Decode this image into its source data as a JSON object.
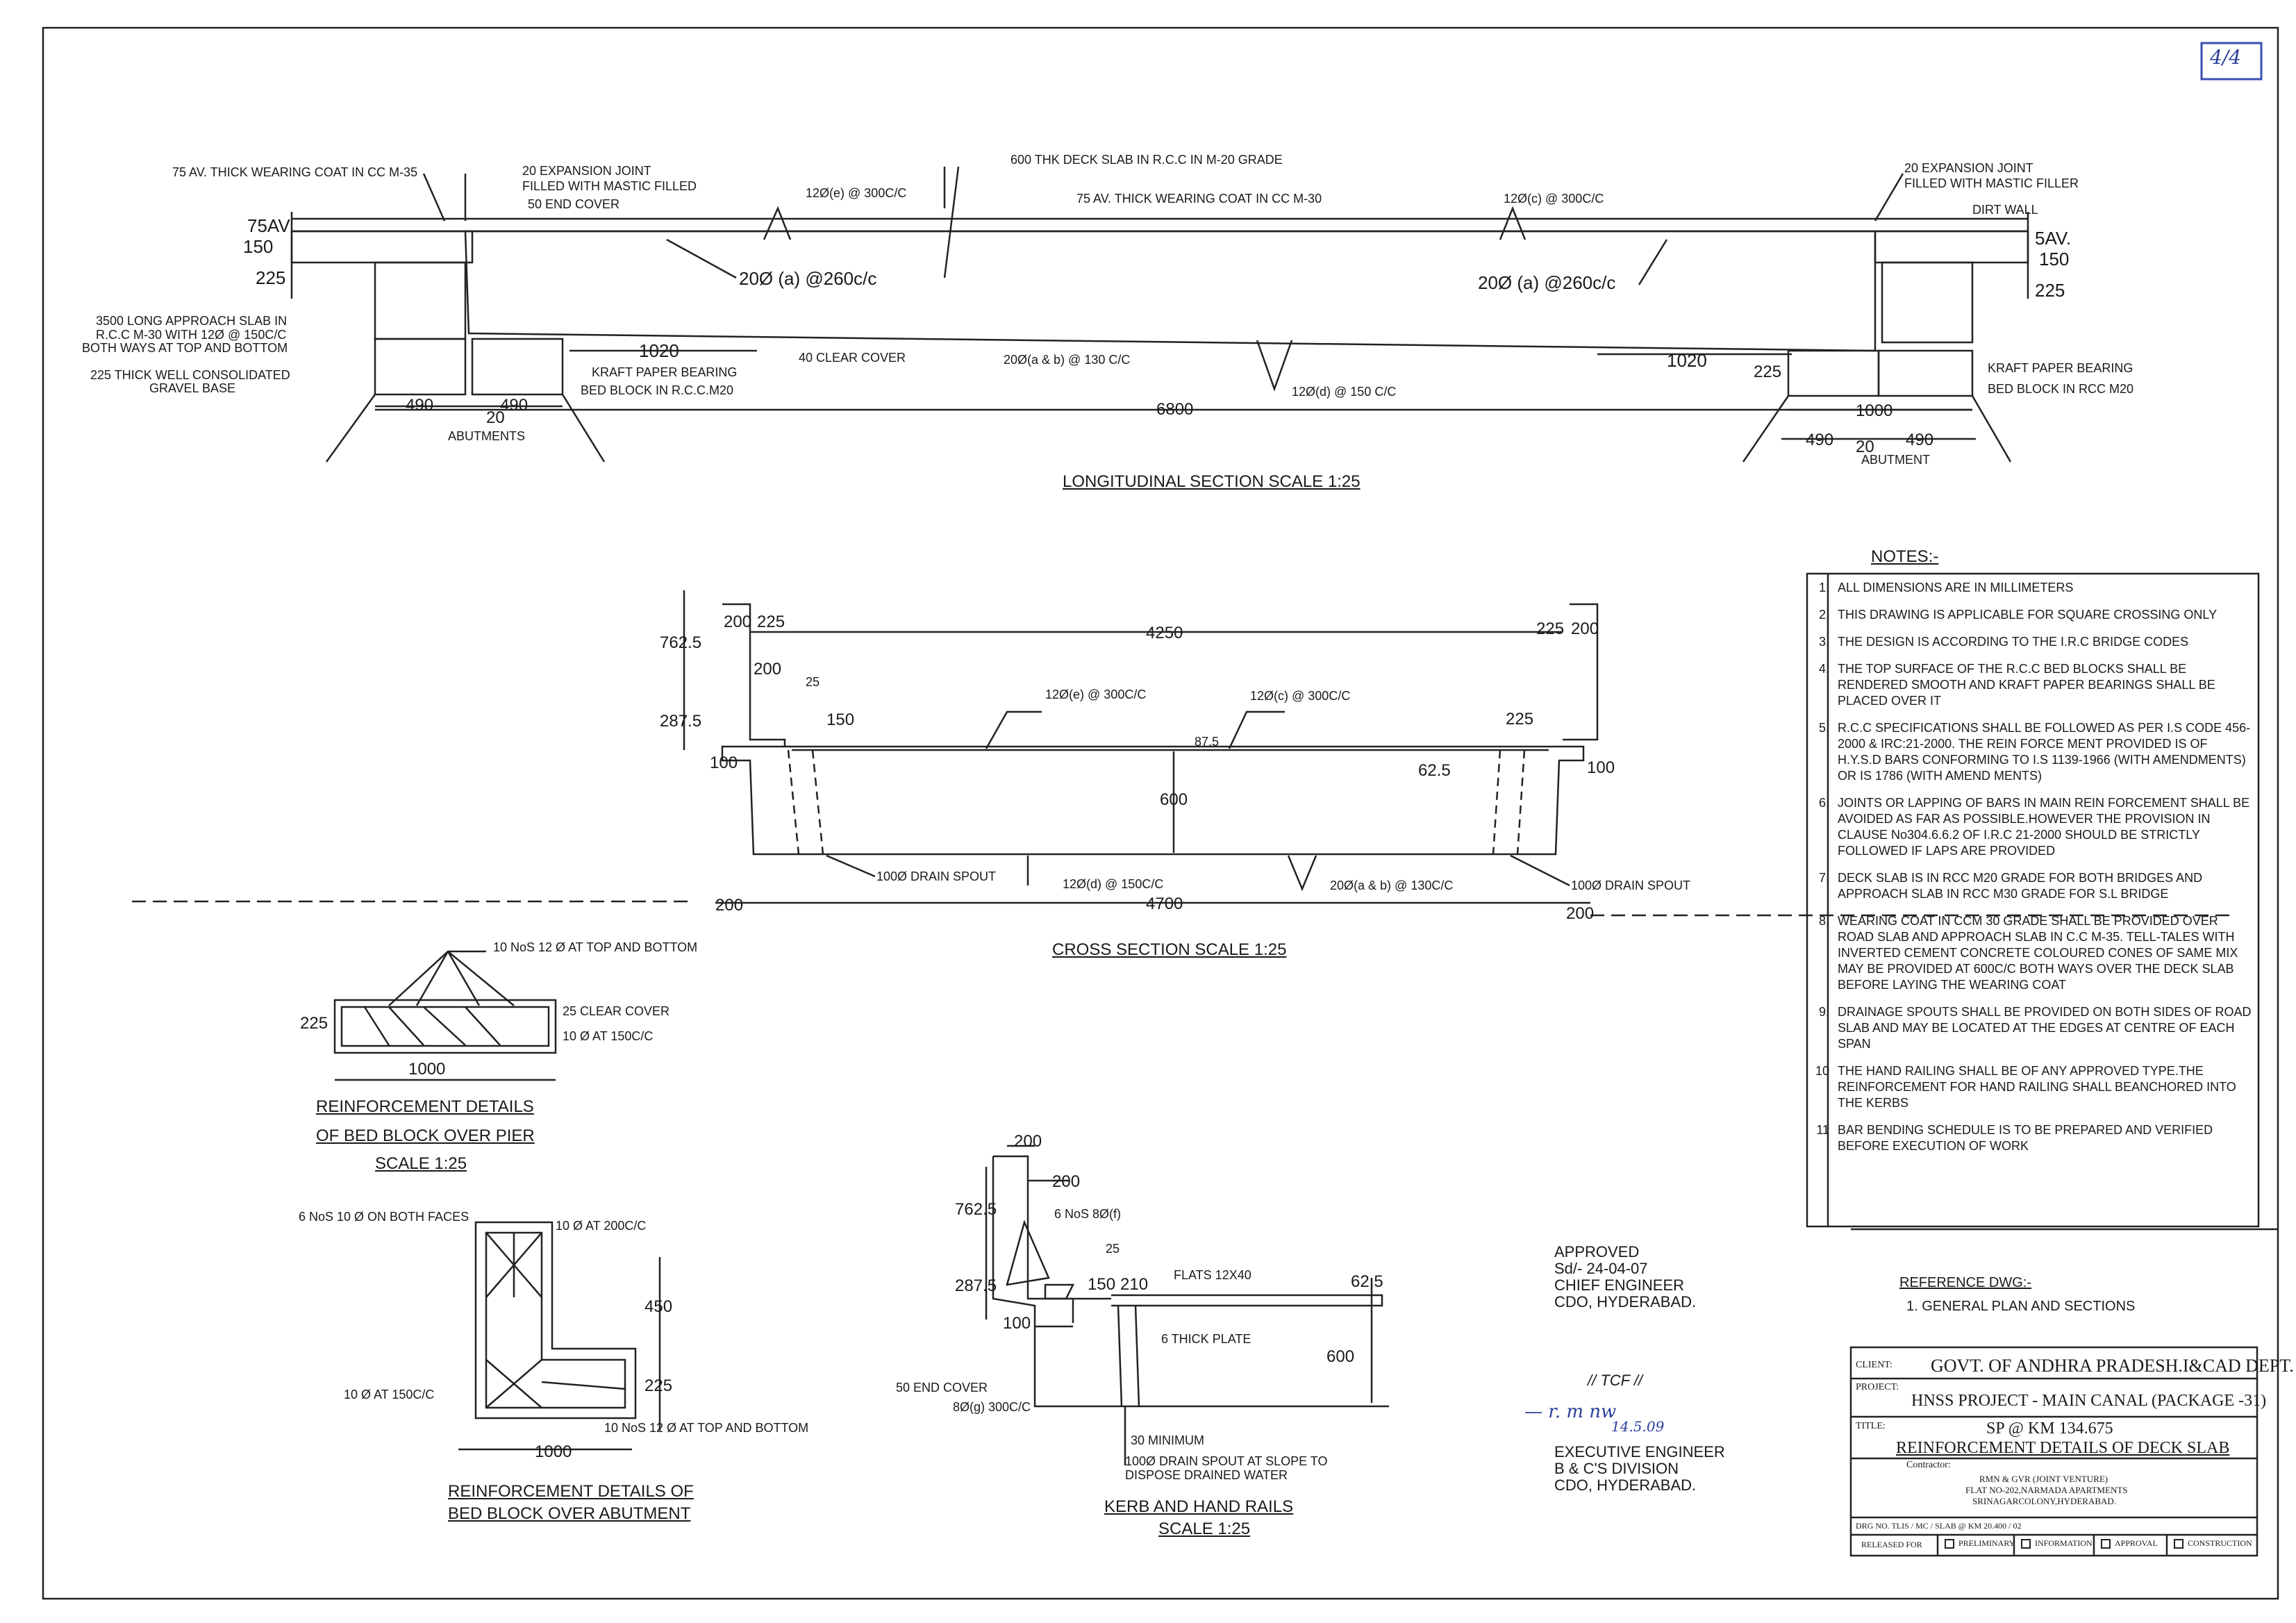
{
  "sheet_number": "4/4",
  "longitudinal": {
    "title": "LONGITUDINAL SECTION SCALE 1:25",
    "wearing_coat_left": "75 AV. THICK WEARING COAT IN CC M-35",
    "exp_joint_left_1": "20 EXPANSION JOINT",
    "exp_joint_left_2": "FILLED WITH MASTIC FILLED",
    "end_cover": "50 END COVER",
    "deck_slab": "600 THK  DECK SLAB IN R.C.C IN M-20 GRADE",
    "bar_e": "12Ø(e) @ 300C/C",
    "wearing_coat_mid": "75 AV. THICK WEARING COAT  IN CC M-30",
    "bar_c": "12Ø(c) @ 300C/C",
    "exp_joint_right_1": "20 EXPANSION JOINT",
    "exp_joint_right_2": "FILLED WITH MASTIC FILLER",
    "dirt_wall": "DIRT WALL",
    "dim_75av": "75AV",
    "dim_150": "150",
    "dim_225": "225",
    "dim_5av": "5AV.",
    "dim_150r": "150",
    "dim_225r": "225",
    "bar_a_left": "20Ø (a) @260c/c",
    "bar_a_right": "20Ø (a) @260c/c",
    "approach_1": "3500 LONG APPROACH SLAB IN",
    "approach_2": "R.C.C M-30 WITH 12Ø @ 150C/C",
    "approach_3": "BOTH WAYS AT TOP AND BOTTOM",
    "gravel_1": "225 THICK WELL CONSOLIDATED",
    "gravel_2": "GRAVEL BASE",
    "dim_1020_left": "1020",
    "clear_cover": "40 CLEAR COVER",
    "bar_ab": "20Ø(a & b) @ 130 C/C",
    "dim_1020_right": "1020",
    "kraft_left": "KRAFT PAPER BEARING",
    "bed_block_left": "BED BLOCK IN R.C.C.M20",
    "kraft_right": "KRAFT PAPER BEARING",
    "bed_block_right": "BED BLOCK IN RCC M20",
    "bar_d": "12Ø(d) @ 150 C/C",
    "dim_490a": "490",
    "dim_490b": "490",
    "dim_20a": "20",
    "abutments": "ABUTMENTS",
    "dim_6800": "6800",
    "dim_225_abut": "225",
    "dim_1000_abut": "1000",
    "dim_490c": "490",
    "dim_20b": "20",
    "dim_490d": "490",
    "abutment": "ABUTMENT"
  },
  "cross": {
    "title": "CROSS SECTION SCALE 1:25",
    "dim_200_tl": "200",
    "dim_225_tl": "225",
    "dim_4250": "4250",
    "dim_225_tr": "225",
    "dim_200_tr": "200",
    "dim_7625": "762.5",
    "dim_2875": "287.5",
    "dim_200_kerb": "200",
    "dim_25": "25",
    "dim_150": "150",
    "bar_e": "12Ø(e) @ 300C/C",
    "bar_c": "12Ø(c) @ 300C/C",
    "dim_875": "87.5",
    "dim_225_r": "225",
    "dim_625": "62.5",
    "dim_100_l": "100",
    "dim_100_r": "100",
    "dim_600": "600",
    "drain_left": "100Ø DRAIN SPOUT",
    "bar_d": "12Ø(d) @ 150C/C",
    "bar_ab": "20Ø(a & b) @ 130C/C",
    "drain_right": "100Ø DRAIN SPOUT",
    "dim_200_bl": "200",
    "dim_4700": "4700",
    "dim_200_br": "200"
  },
  "bedpier": {
    "bars_top": "10 NoS 12 Ø AT TOP AND BOTTOM",
    "dim_225": "225",
    "clear_cover": "25 CLEAR COVER",
    "links": "10 Ø AT 150C/C",
    "dim_1000": "1000",
    "title_1": "REINFORCEMENT DETAILS",
    "title_2": "OF BED BLOCK OVER PIER",
    "title_3": "SCALE 1:25"
  },
  "bedabut": {
    "faces": "6 NoS 10 Ø ON BOTH FACES",
    "links_200": "10 Ø AT 200C/C",
    "dim_450": "450",
    "dim_225": "225",
    "links_150": "10 Ø AT 150C/C",
    "bars_top": "10 NoS 12 Ø AT TOP AND BOTTOM",
    "dim_1000": "1000",
    "title_1": "REINFORCEMENT DETAILS OF",
    "title_2": "BED BLOCK OVER ABUTMENT"
  },
  "kerb": {
    "dim_200_top": "200",
    "dim_200_2": "200",
    "dim_7625": "762.5",
    "bars_f": "6 NoS 8Ø(f)",
    "dim_25": "25",
    "dim_2875": "287.5",
    "dim_150": "150",
    "dim_210": "210",
    "flats": "FLATS 12X40",
    "dim_625": "62.5",
    "dim_100": "100",
    "plate": "6 THICK PLATE",
    "dim_600": "600",
    "end_cover": "50 END COVER",
    "bar_g": "8Ø(g) 300C/C",
    "min_30": "30 MINIMUM",
    "drain_1": "100Ø DRAIN SPOUT AT SLOPE TO",
    "drain_2": "DISPOSE DRAINED WATER",
    "title_1": "KERB AND HAND RAILS",
    "title_2": "SCALE 1:25"
  },
  "approval": {
    "line_1": "APPROVED",
    "line_2": "Sd/- 24-04-07",
    "line_3": "CHIEF ENGINEER",
    "line_4": "CDO, HYDERABAD.",
    "tcf": "// TCF //",
    "ee_1": "EXECUTIVE ENGINEER",
    "ee_2": "B & C'S DIVISION",
    "ee_3": "CDO, HYDERABAD.",
    "initials_1": "— r. m nw",
    "initials_2": "14.5.09"
  },
  "notes": {
    "heading": "NOTES:-",
    "items": [
      {
        "n": "1.",
        "text": "ALL DIMENSIONS ARE IN MILLIMETERS"
      },
      {
        "n": "2.",
        "text": "THIS DRAWING IS APPLICABLE FOR SQUARE CROSSING ONLY"
      },
      {
        "n": "3.",
        "text": "THE DESIGN IS ACCORDING TO THE I.R.C BRIDGE CODES"
      },
      {
        "n": "4.",
        "text": "THE TOP SURFACE OF THE R.C.C BED BLOCKS SHALL BE RENDERED SMOOTH AND KRAFT PAPER BEARINGS SHALL BE PLACED OVER IT"
      },
      {
        "n": "5.",
        "text": "R.C.C SPECIFICATIONS SHALL BE FOLLOWED AS PER I.S CODE 456-2000 & IRC:21-2000. THE REIN FORCE MENT PROVIDED IS OF H.Y.S.D BARS CONFORMING TO I.S 1139-1966 (WITH AMENDMENTS) OR IS 1786 (WITH AMEND MENTS)"
      },
      {
        "n": "6.",
        "text": "JOINTS OR LAPPING OF BARS IN MAIN REIN FORCEMENT SHALL BE AVOIDED AS FAR AS POSSIBLE.HOWEVER THE PROVISION IN CLAUSE No304.6.6.2 OF I.R.C 21-2000 SHOULD BE STRICTLY FOLLOWED IF LAPS ARE PROVIDED"
      },
      {
        "n": "7.",
        "text": "DECK SLAB IS IN RCC M20 GRADE  FOR BOTH BRIDGES AND APPROACH SLAB IN RCC M30 GRADE FOR S.L BRIDGE"
      },
      {
        "n": "8.",
        "text": "WEARING COAT IN CCM 30 GRADE SHALL BE PROVIDED OVER ROAD SLAB AND APPROACH SLAB IN C.C M-35. TELL-TALES WITH INVERTED CEMENT CONCRETE COLOURED CONES OF SAME MIX MAY BE PROVIDED AT 600C/C BOTH WAYS OVER THE DECK SLAB BEFORE LAYING THE WEARING COAT"
      },
      {
        "n": "9.",
        "text": "DRAINAGE SPOUTS SHALL BE PROVIDED ON BOTH SIDES OF ROAD SLAB AND MAY BE LOCATED AT THE EDGES AT CENTRE OF EACH SPAN"
      },
      {
        "n": "10",
        "text": "THE HAND RAILING SHALL BE OF ANY APPROVED TYPE.THE REINFORCEMENT FOR HAND RAILING SHALL BEANCHORED INTO THE KERBS"
      },
      {
        "n": "11",
        "text": "BAR BENDING SCHEDULE IS TO BE PREPARED AND VERIFIED BEFORE EXECUTION OF WORK"
      }
    ]
  },
  "reference": {
    "heading": "REFERENCE DWG:-",
    "item": "1. GENERAL PLAN AND SECTIONS"
  },
  "title_block": {
    "client_label": "CLIENT:",
    "client": "GOVT. OF ANDHRA PRADESH.I&CAD DEPT.",
    "project_label": "PROJECT:",
    "project": "HNSS PROJECT - MAIN CANAL (PACKAGE -31)",
    "title_label": "TITLE:",
    "title_1": "SP @ KM 134.675",
    "title_2": "REINFORCEMENT DETAILS OF DECK SLAB",
    "contractor_label": "Contractor:",
    "contractor_1": "RMN & GVR (JOINT VENTURE)",
    "contractor_2": "FLAT NO-202,NARMADA APARTMENTS",
    "contractor_3": "SRINAGARCOLONY,HYDERABAD.",
    "dwg_no": "DRG NO. TLIS / MC / SLAB @ KM 20.400 / 02",
    "released": "RELEASED FOR",
    "opt_1": "PRELIMINARY",
    "opt_2": "INFORMATION",
    "opt_3": "APPROVAL",
    "opt_4": "CONSTRUCTION"
  }
}
